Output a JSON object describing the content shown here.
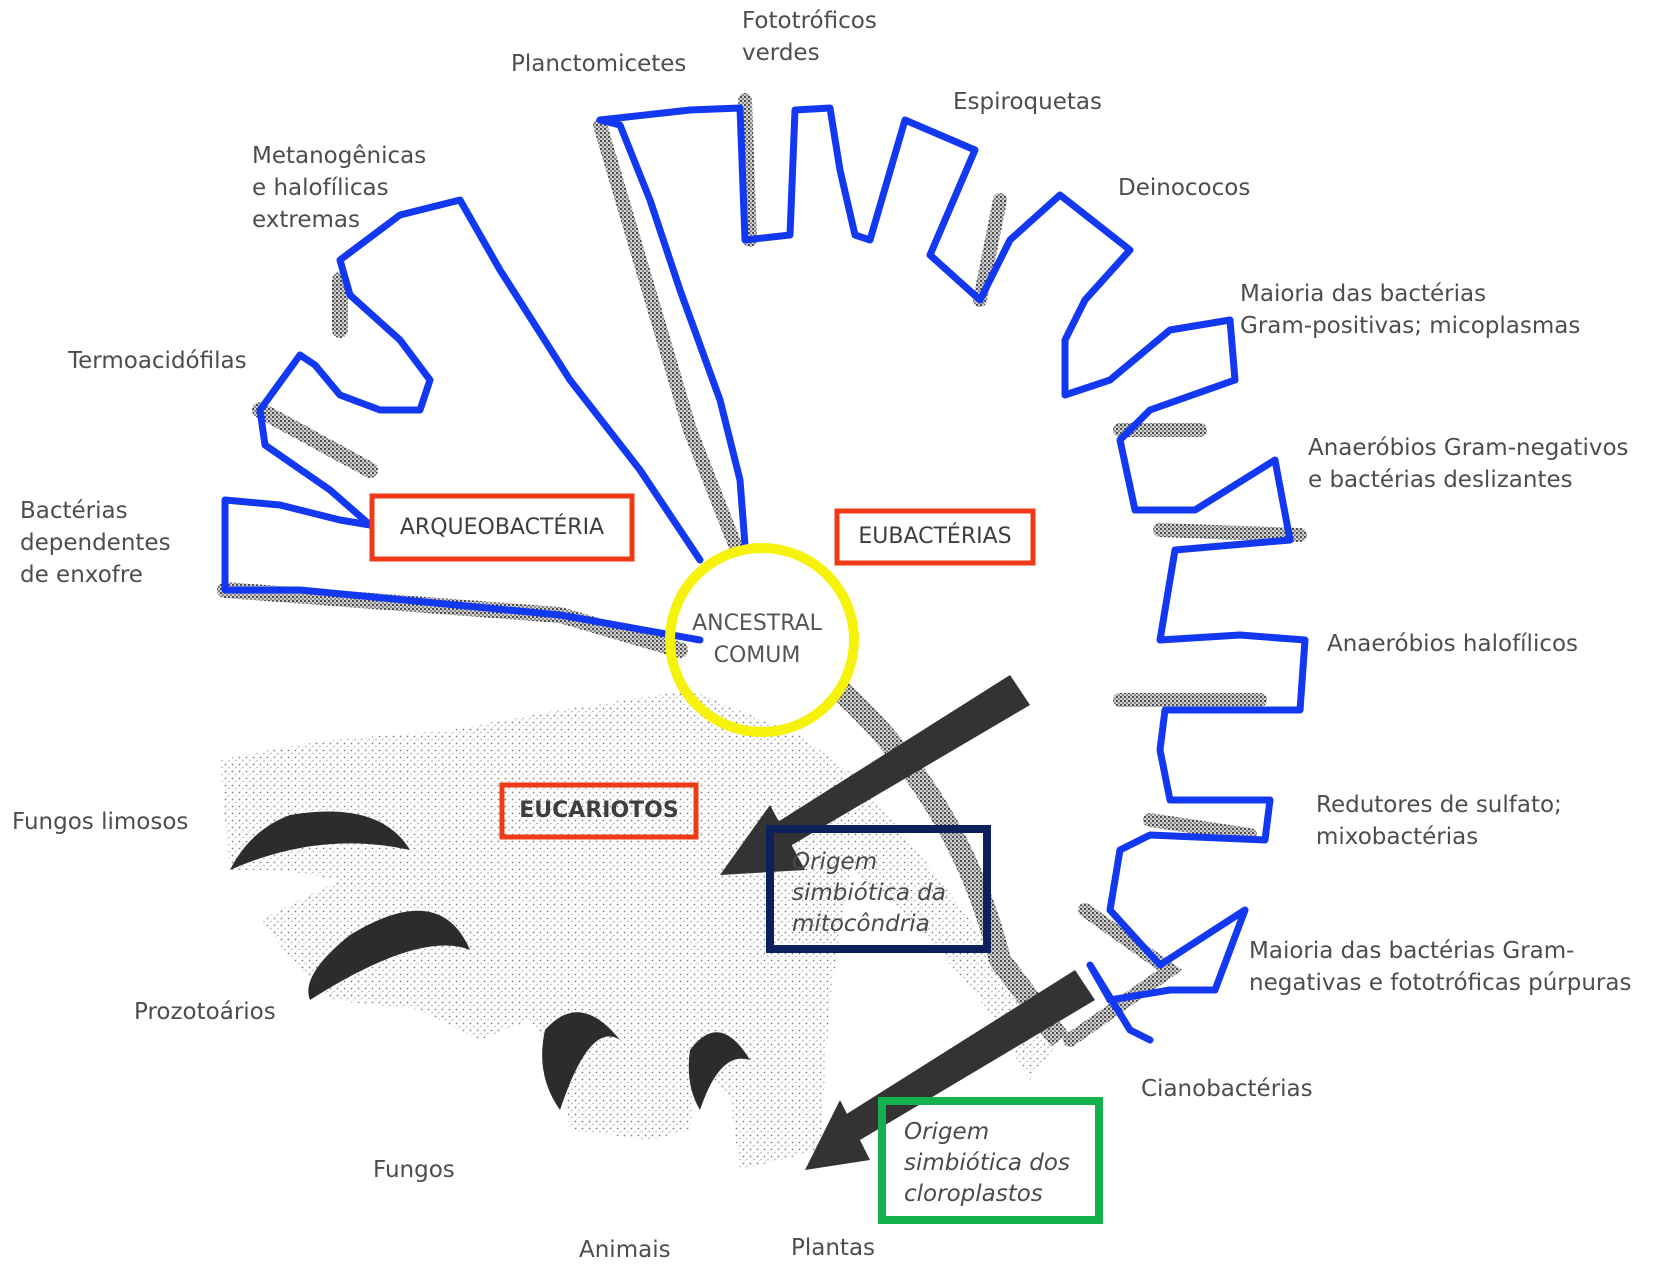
{
  "groups": {
    "archaea": {
      "title": "ARQUEOBACTÉRIA",
      "box_color": "#f03a17",
      "branches": {
        "sulfur": [
          "Bactérias",
          "dependentes",
          "de enxofre"
        ],
        "thermo": [
          "Termoacidófilas"
        ],
        "methano": [
          "Metanogênicas",
          "e halofílicas",
          "extremas"
        ]
      }
    },
    "eubacteria": {
      "title": "EUBACTÉRIAS",
      "box_color": "#f03a17",
      "branches": {
        "plancto": [
          "Planctomicetes"
        ],
        "green": [
          "Fototróficos",
          "verdes"
        ],
        "spiro": [
          "Espiroquetas"
        ],
        "deino": [
          "Deinococos"
        ],
        "grampos": [
          "Maioria das bactérias",
          "Gram-positivas; micoplasmas"
        ],
        "anaerobneg": [
          "Anaeróbios Gram-negativos",
          "e bactérias deslizantes"
        ],
        "halo": [
          "Anaeróbios halofílicos"
        ],
        "sulfate": [
          "Redutores de sulfato;",
          "mixobactérias"
        ],
        "gramneg": [
          "Maioria das bactérias Gram-",
          "negativas e fototróficas púrpuras"
        ],
        "cyano": [
          "Cianobactérias"
        ]
      }
    },
    "eukaryotes": {
      "title": "EUCARIOTOS",
      "box_color": "#f03a17",
      "branches": {
        "slime": [
          "Fungos limosos"
        ],
        "proto": [
          "Prozotoários"
        ],
        "fungi": [
          "Fungos"
        ],
        "animals": [
          "Animais"
        ],
        "plants": [
          "Plantas"
        ]
      }
    }
  },
  "center": {
    "lines": [
      "ANCESTRAL",
      "COMUM"
    ],
    "ring_color": "#f7f20b"
  },
  "notes": {
    "mitochondria": {
      "lines": [
        "Origem",
        "simbiótica da",
        "mitocôndria"
      ],
      "box_color": "#0d1f5c"
    },
    "chloroplasts": {
      "lines": [
        "Origem",
        "simbiótica dos",
        "cloroplastos"
      ],
      "box_color": "#13b14b"
    }
  },
  "colors": {
    "branch_outline": "#1238f2",
    "shading": "#2b2b2b",
    "arrow": "#333333"
  }
}
